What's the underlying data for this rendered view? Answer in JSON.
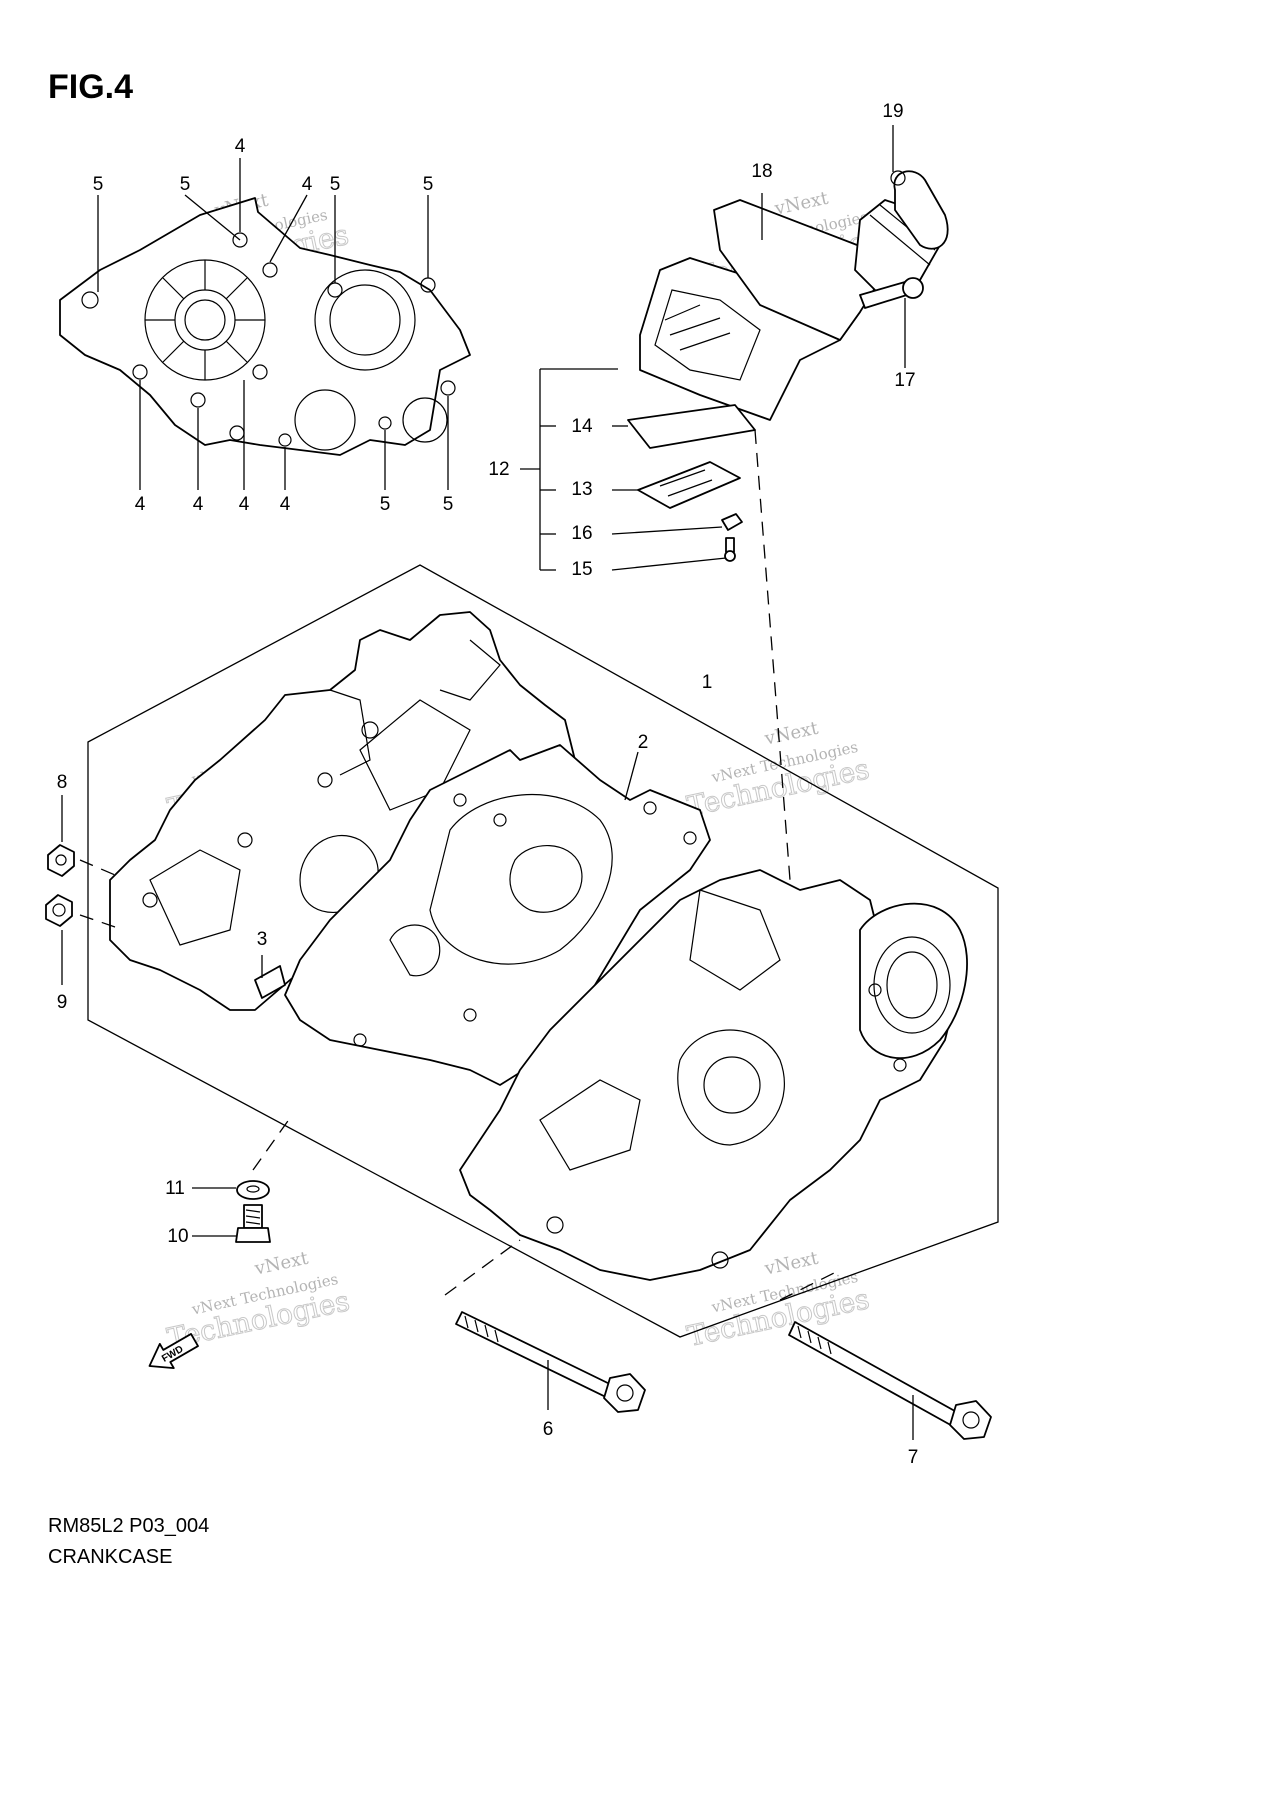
{
  "figure": {
    "title": "FIG.4"
  },
  "watermark": {
    "line1": "vNext",
    "line2": "vNext Technologies",
    "line3": "Technologies"
  },
  "footer": {
    "model_code": "RM85L2 P03_004",
    "section_name": "CRANKCASE"
  },
  "fwd_label": "FWD",
  "callouts": {
    "c1": "1",
    "c2": "2",
    "c3": "3",
    "c4a": "4",
    "c4b": "4",
    "c4c": "4",
    "c4d": "4",
    "c4e": "4",
    "c4f": "4",
    "c4g": "4",
    "c5a": "5",
    "c5b": "5",
    "c5c": "5",
    "c5d": "5",
    "c5e": "5",
    "c5f": "5",
    "c6": "6",
    "c7": "7",
    "c8": "8",
    "c9": "9",
    "c10": "10",
    "c11": "11",
    "c12": "12",
    "c13": "13",
    "c14": "14",
    "c15": "15",
    "c16": "16",
    "c17": "17",
    "c18": "18",
    "c19": "19"
  }
}
